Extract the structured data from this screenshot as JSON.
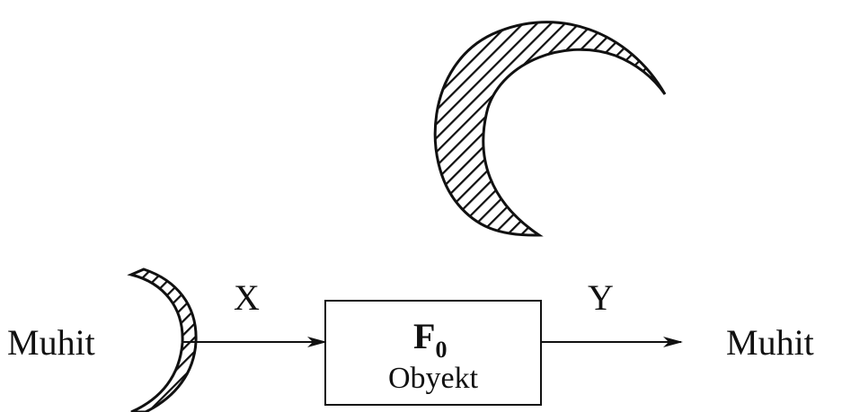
{
  "diagram": {
    "left_label": "Muhit",
    "right_label": "Muhit",
    "input_label": "X",
    "output_label": "Y",
    "block": {
      "symbol_main": "F",
      "symbol_sub": "0",
      "caption": "Obyekt"
    }
  },
  "colors": {
    "ink": "#111111",
    "background": "#ffffff"
  }
}
